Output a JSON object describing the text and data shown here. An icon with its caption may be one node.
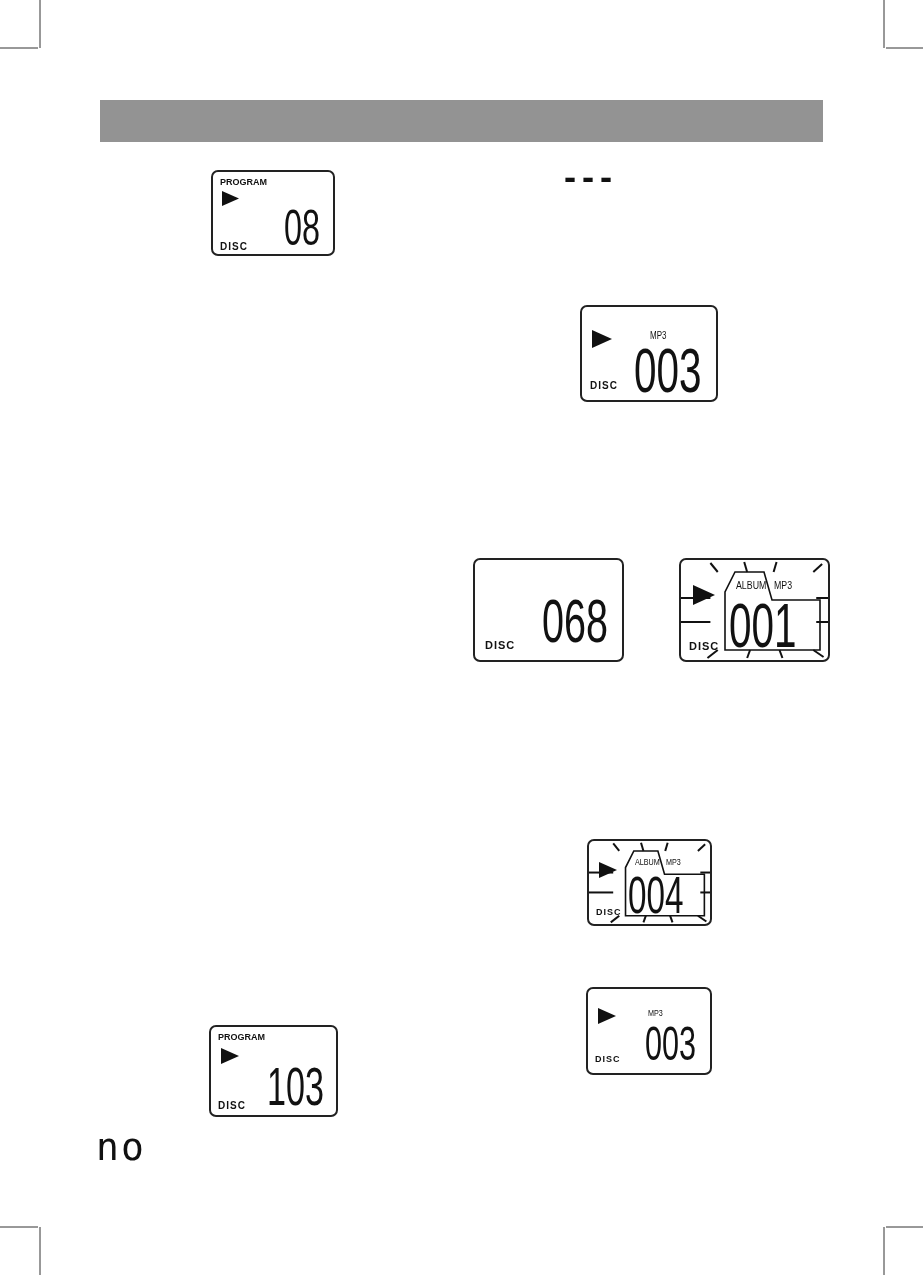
{
  "diagram": {
    "nodes": [
      {
        "text": [
          "PROGRAM",
          "DISC",
          "08"
        ]
      },
      {
        "text": [
          "MP3",
          "DISC",
          "003"
        ]
      },
      {
        "text": [
          "DISC",
          "068"
        ]
      },
      {
        "text": [
          "ALBUM",
          "MP3",
          "DISC",
          "001"
        ]
      },
      {
        "text": [
          "ALBUM",
          "MP3",
          "DISC",
          "004"
        ]
      },
      {
        "text": [
          "PROGRAM",
          "DISC",
          "103"
        ]
      },
      {
        "text": [
          "MP3",
          "DISC",
          "003"
        ]
      }
    ],
    "labels": [
      "---",
      "no"
    ]
  }
}
